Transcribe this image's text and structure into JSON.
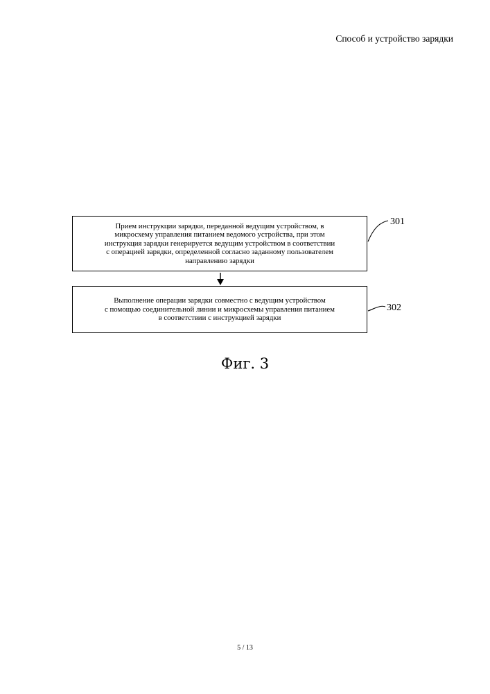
{
  "header": {
    "title": "Способ и устройство зарядки"
  },
  "diagram": {
    "steps": [
      {
        "id": "301",
        "label": "301",
        "lines": [
          "Прием инструкции зарядки, переданной ведущим устройством, в",
          "микросхему управления питанием ведомого устройства, при этом",
          "инструкция зарядки генерируется ведущим устройством в соответствии",
          "с операцией зарядки, определенной согласно заданному пользователем",
          "направлению зарядки"
        ]
      },
      {
        "id": "302",
        "label": "302",
        "lines": [
          "Выполнение операции зарядки совместно с ведущим устройством",
          "с помощью соединительной линии и микросхемы управления питанием",
          "в соответствии с инструкцией зарядки"
        ]
      }
    ]
  },
  "figure": {
    "caption": "Фиг. 3"
  },
  "footer": {
    "page": "5 / 13"
  }
}
